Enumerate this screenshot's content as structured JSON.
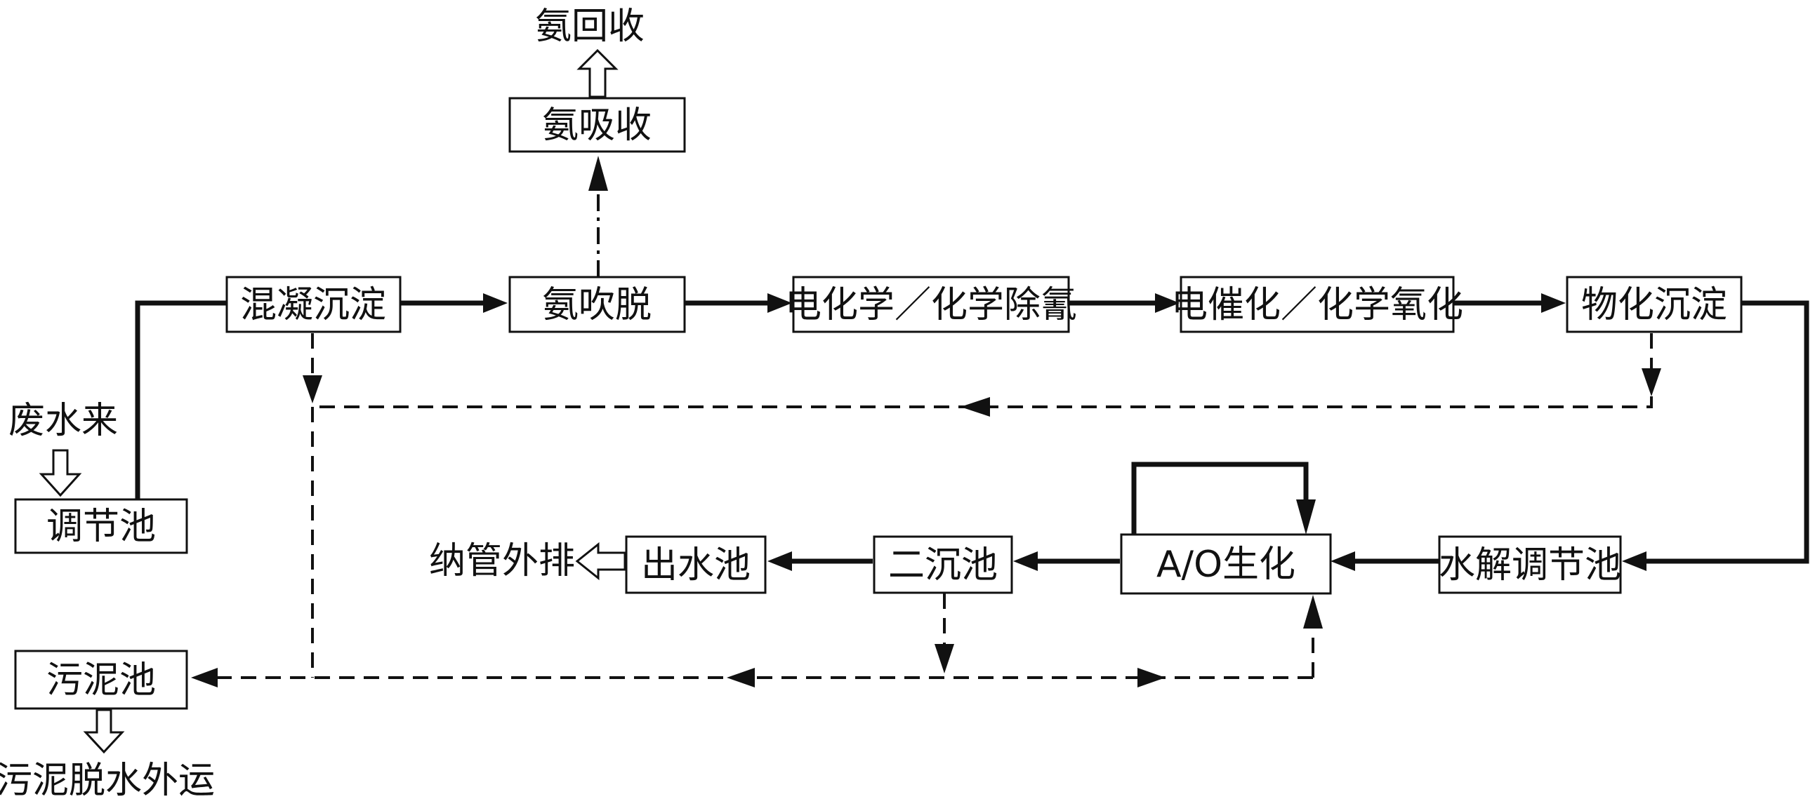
{
  "nodes": {
    "regulating_tank": "调节池",
    "coag_sedimentation": "混凝沉淀",
    "ammonia_stripping": "氨吹脱",
    "ammonia_absorption": "氨吸收",
    "electrochem_cyanide_removal": "电化学／化学除氰",
    "electrocatalytic_oxidation": "电催化／化学氧化",
    "physicochem_sedimentation": "物化沉淀",
    "hydrolysis_regulating_tank": "水解调节池",
    "ao_biochemical": "A/O生化",
    "secondary_sedimentation": "二沉池",
    "effluent_tank": "出水池",
    "sludge_tank": "污泥池"
  },
  "labels": {
    "wastewater_in": "废水来",
    "ammonia_recovery": "氨回收",
    "sewer_discharge": "纳管外排",
    "sludge_dewatering": "污泥脱水外运"
  },
  "legend_styles": {
    "water_flow": "solid",
    "sludge_flow": "dashed",
    "gas_flow": "dash-dot"
  }
}
